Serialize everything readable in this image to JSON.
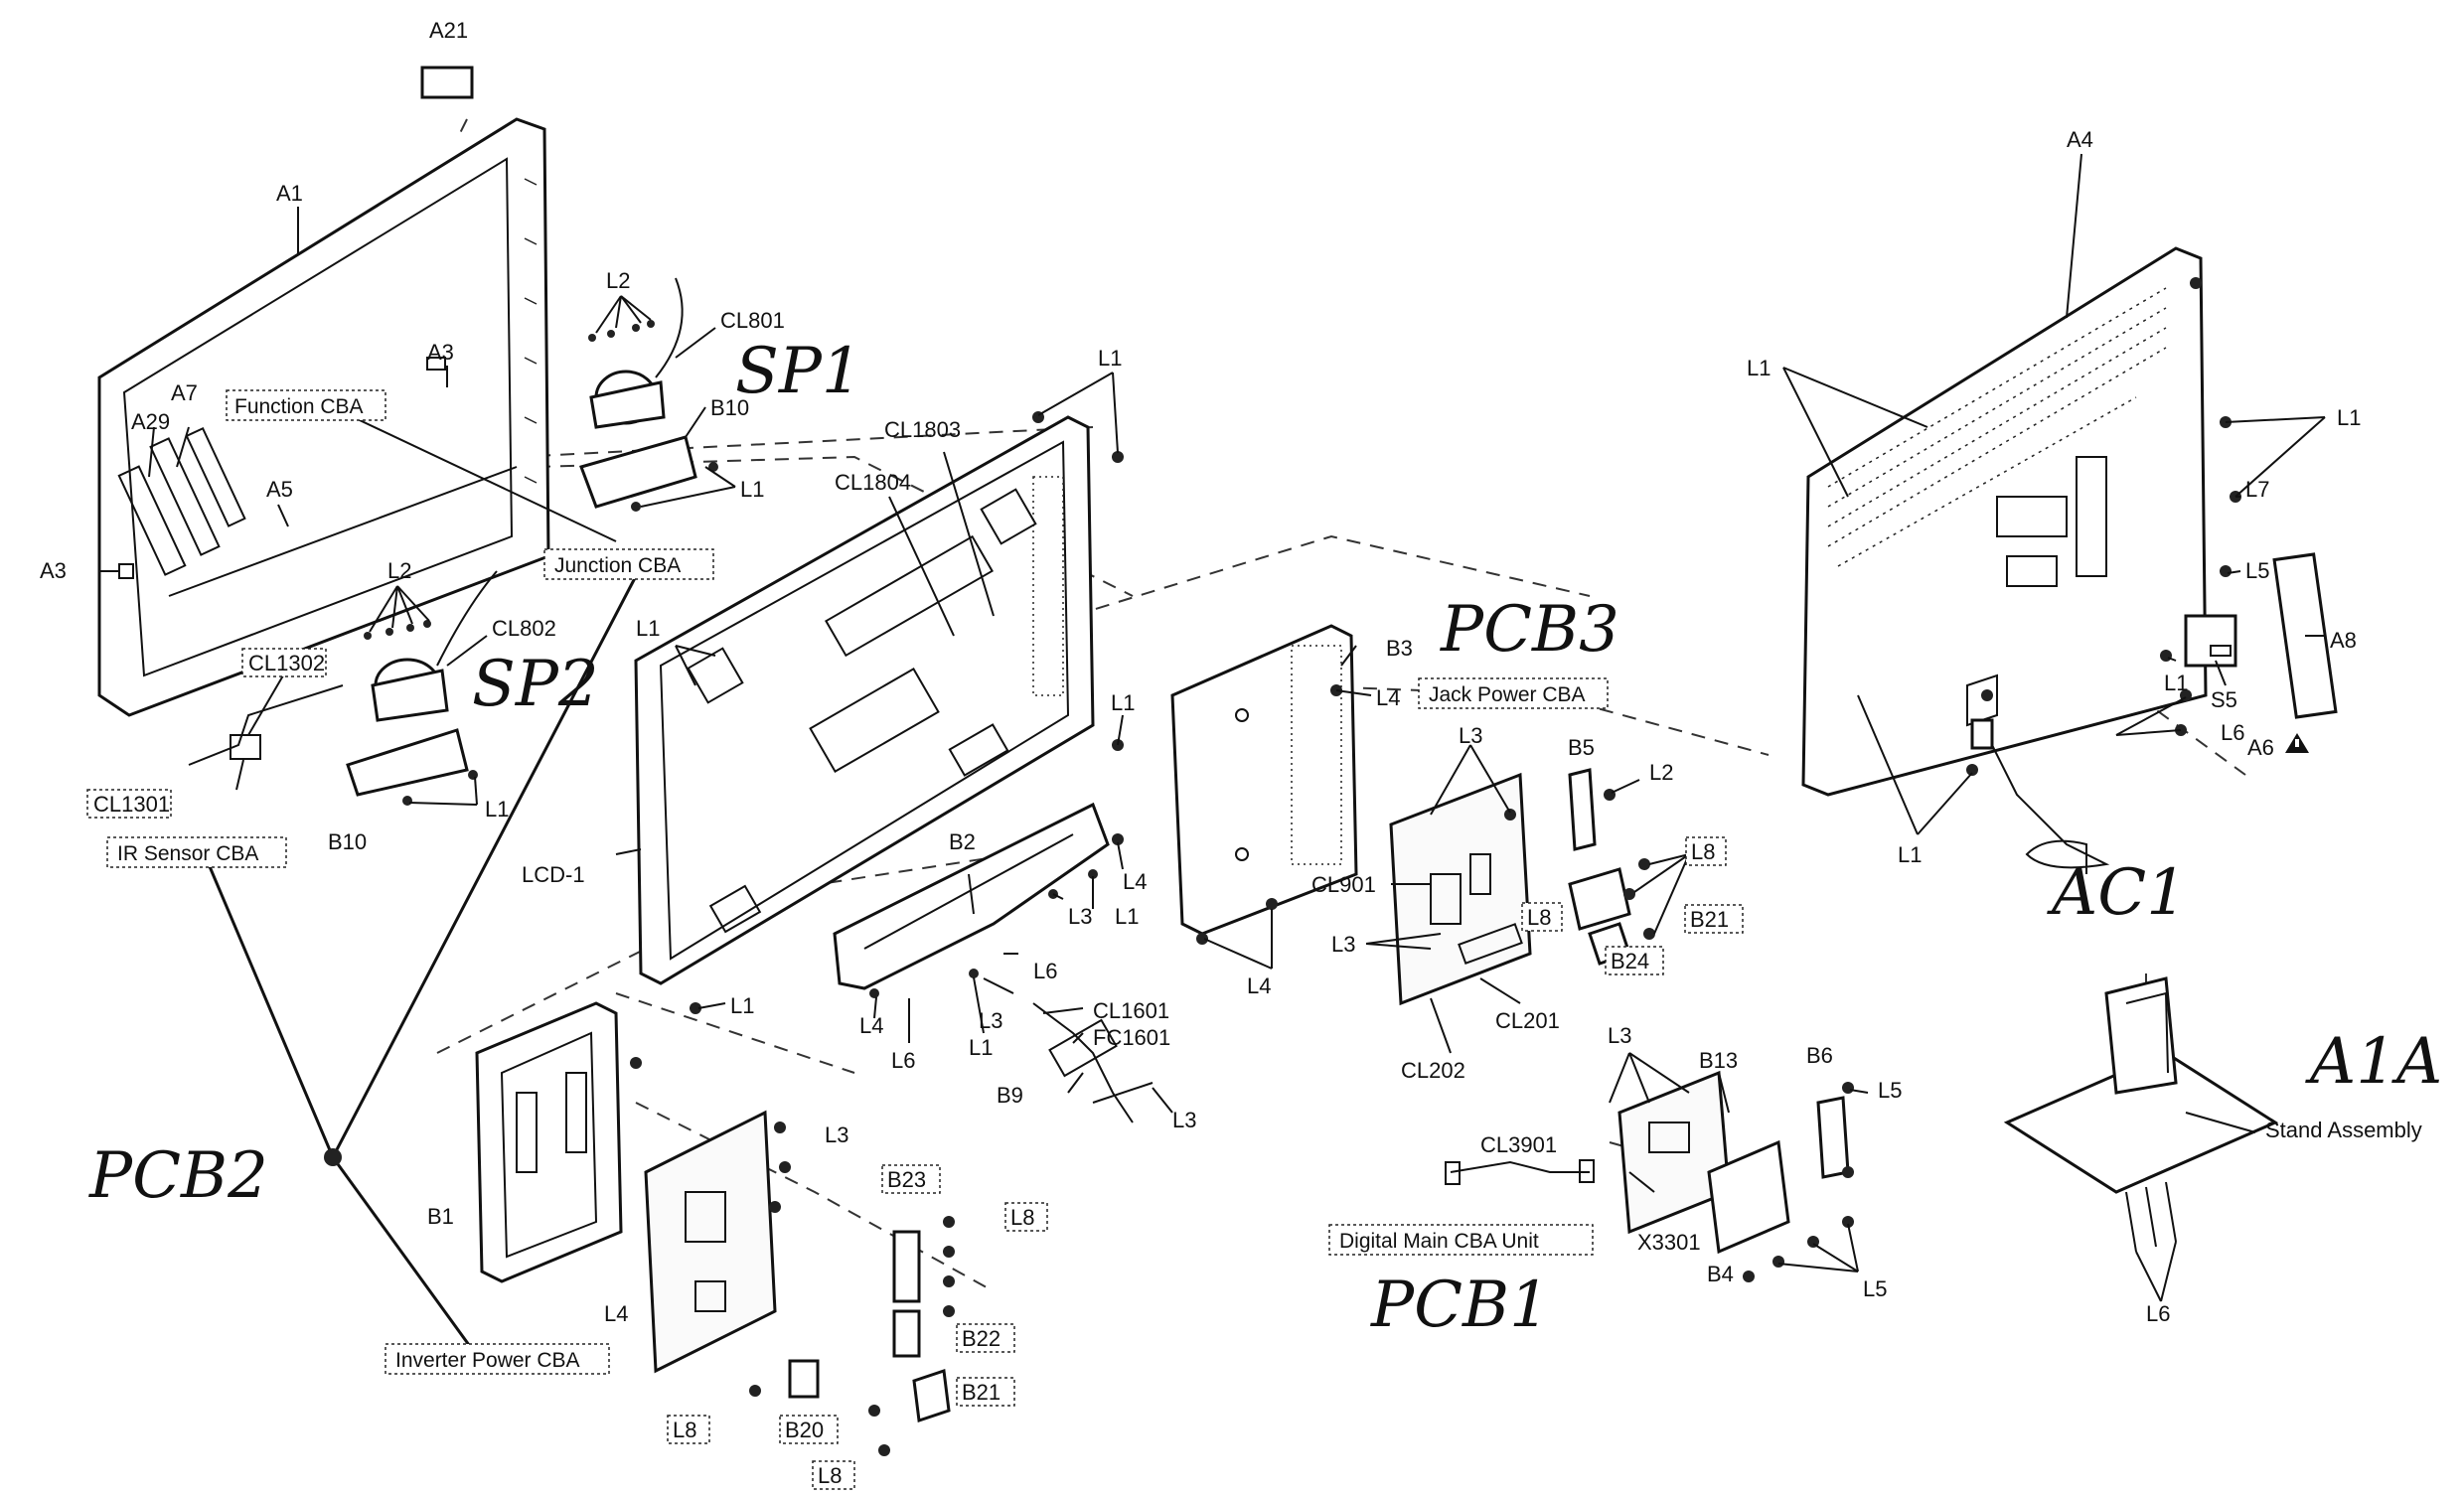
{
  "labels": {
    "A21": "A21",
    "A1": "A1",
    "A3a": "A3",
    "A3b": "A3",
    "A7": "A7",
    "A29": "A29",
    "A5": "A5",
    "L2a": "L2",
    "L2b": "L2",
    "CL801": "CL801",
    "CL802": "CL802",
    "B10a": "B10",
    "B10b": "B10",
    "L1a": "L1",
    "L1b": "L1",
    "L1c": "L1",
    "L1d": "L1",
    "L1e": "L1",
    "L1f": "L1",
    "L1g": "L1",
    "L1h": "L1",
    "L1i": "L1",
    "L1j": "L1",
    "L1k": "L1",
    "CL1302": "CL1302",
    "CL1301": "CL1301",
    "CL1803": "CL1803",
    "CL1804": "CL1804",
    "LCD1": "LCD-1",
    "B2": "B2",
    "L3a": "L3",
    "L3b": "L3",
    "L3c": "L3",
    "L3d": "L3",
    "L3e": "L3",
    "L3f": "L3",
    "L4a": "L4",
    "L4b": "L4",
    "L4c": "L4",
    "L4d": "L4",
    "L4e": "L4",
    "L6a": "L6",
    "L6b": "L6",
    "L6c": "L6",
    "L6d": "L6",
    "CL1601": "CL1601",
    "FC1601": "FC1601",
    "B9": "B9",
    "B3": "B3",
    "CL901": "CL901",
    "CL201": "CL201",
    "CL202": "CL202",
    "B5": "B5",
    "L2c": "L2",
    "L8a": "L8",
    "L8b": "L8",
    "L8c": "L8",
    "L8d": "L8",
    "L8e": "L8",
    "B21a": "B21",
    "B21b": "B21",
    "B24": "B24",
    "B1": "B1",
    "B20": "B20",
    "B22": "B22",
    "B23": "B23",
    "B13": "B13",
    "B6": "B6",
    "L5a": "L5",
    "L5b": "L5",
    "L5c": "L5",
    "B4": "B4",
    "X3301": "X3301",
    "CL3901": "CL3901",
    "A4": "A4",
    "L7": "L7",
    "A8": "A8",
    "S5": "S5",
    "A6": "A6",
    "stand": "Stand Assembly"
  },
  "boxes": {
    "function_cba": "Function CBA",
    "junction_cba": "Junction CBA",
    "ir_sensor_cba": "IR Sensor CBA",
    "jack_power_cba": "Jack Power CBA",
    "inverter_power_cba": "Inverter Power CBA",
    "digital_main_cba": "Digital Main CBA Unit"
  },
  "handwritten": {
    "sp1": "SP1",
    "sp2": "SP2",
    "pcb1": "PCB1",
    "pcb2": "PCB2",
    "pcb3": "PCB3",
    "ac1": "AC1",
    "a1a": "A1A"
  },
  "colors": {
    "ink": "#111111",
    "paper": "#ffffff"
  },
  "icons": {
    "warning": "warning-triangle-icon"
  }
}
